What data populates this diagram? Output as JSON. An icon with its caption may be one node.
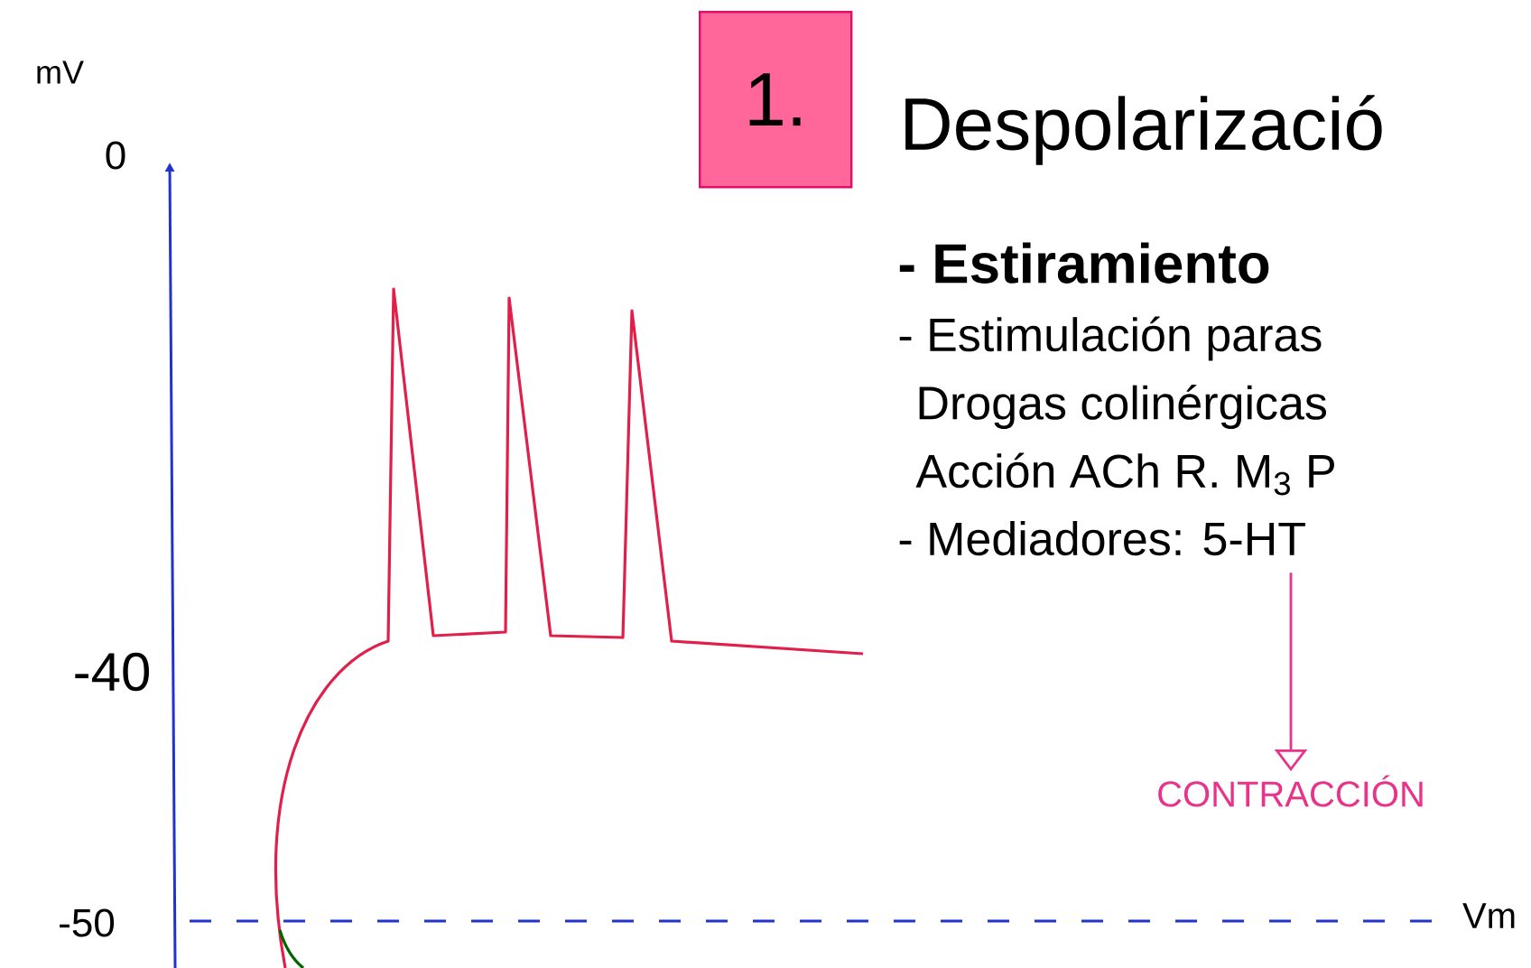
{
  "diagram": {
    "title": "Despolarizació",
    "nodes": [
      {
        "text": [
          "1."
        ]
      },
      {
        "text": [
          "- Estiramiento",
          "- Estimulación paras",
          "Drogas colinérgicas",
          "Acción ACh R. M$_{3}$ P",
          "- Mediadores: 5-HT"
        ]
      },
      {
        "text": [
          "CONTRACCIÓN"
        ]
      }
    ],
    "edges": [
      {
        "from": 1,
        "to": 2,
        "arrow": "to"
      }
    ],
    "labels": [
      "mV",
      "0",
      "-40",
      "-50",
      "Vm"
    ]
  }
}
